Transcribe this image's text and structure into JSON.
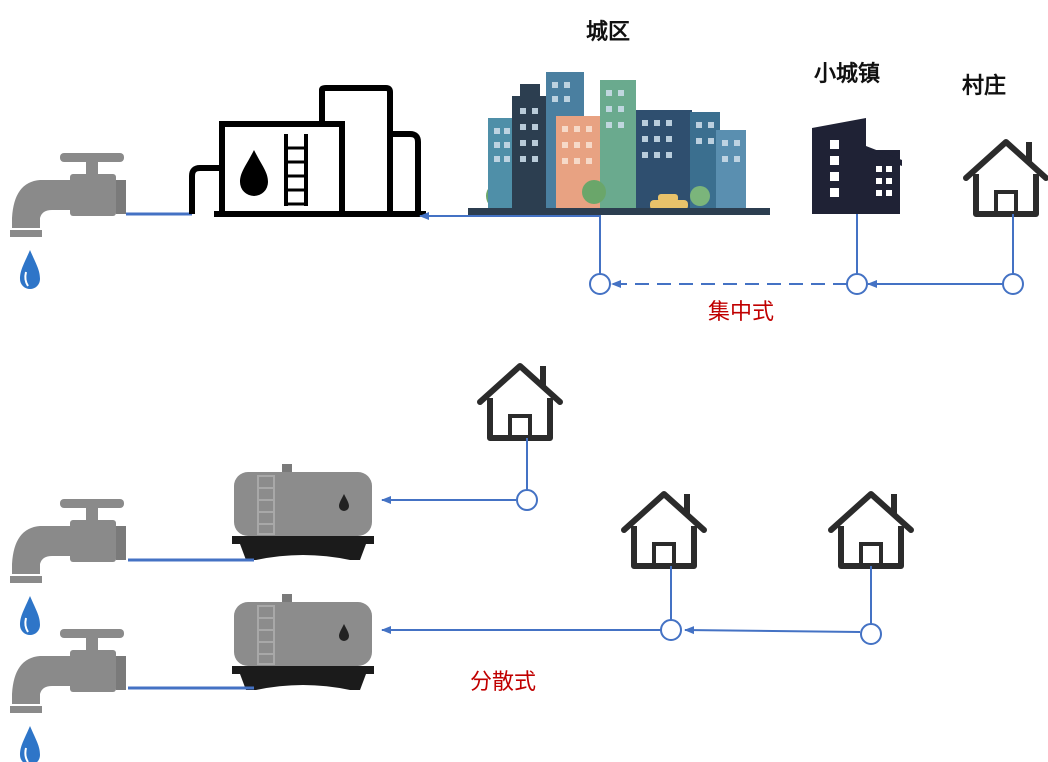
{
  "labels": {
    "urban": "城区",
    "town": "小城镇",
    "village": "村庄",
    "centralized": "集中式",
    "distributed": "分散式"
  },
  "colors": {
    "pipe_blue": "#4472c4",
    "label_red": "#c00000",
    "icon_dark": "#2b2b2b",
    "faucet_grey": "#8a8a8a",
    "tank_grey": "#8c8c8c",
    "water_blue": "#2e75c8"
  },
  "icons": [
    "faucet-icon",
    "water-drop-icon",
    "treatment-plant-icon",
    "city-skyline-icon",
    "building-icon",
    "house-icon",
    "water-tank-icon"
  ]
}
